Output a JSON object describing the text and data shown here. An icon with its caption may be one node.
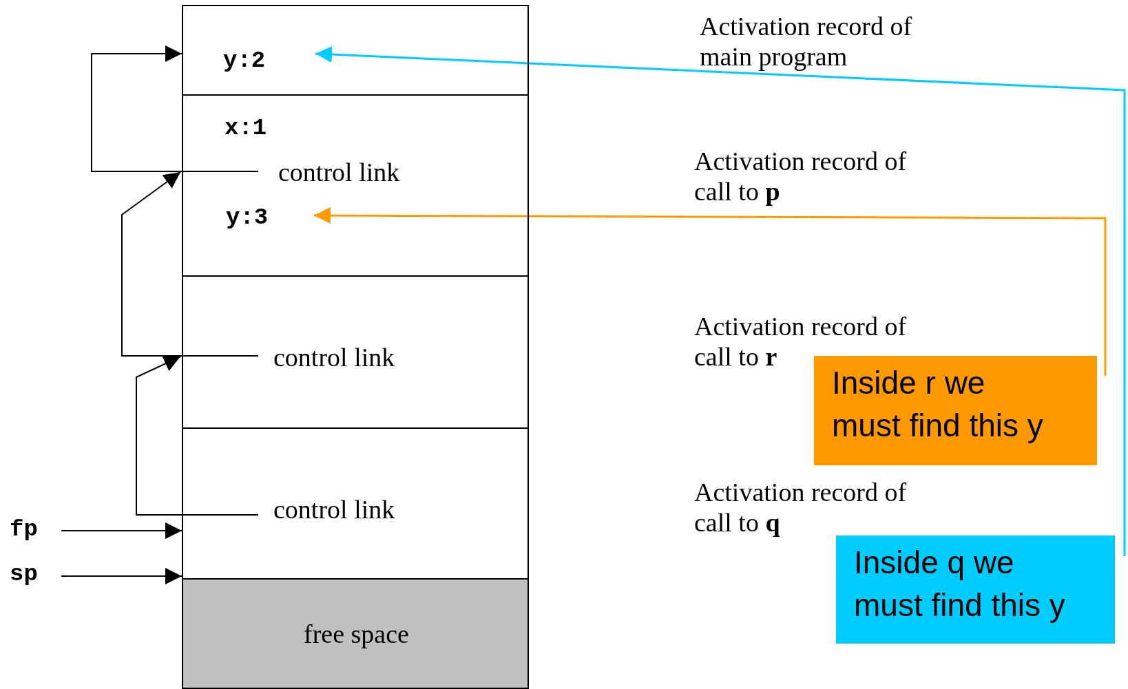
{
  "diagram": {
    "nodes": [
      {
        "text": [
          "y:2"
        ]
      },
      {
        "text": [
          "x:1",
          "control link",
          "y:3"
        ]
      },
      {
        "text": [
          "control link"
        ]
      },
      {
        "text": [
          "control link"
        ]
      },
      {
        "text": [
          "free space"
        ]
      },
      {
        "text": [
          "fp"
        ]
      },
      {
        "text": [
          "sp"
        ]
      },
      {
        "text": [
          "Inside r we must find this y"
        ]
      },
      {
        "text": [
          "Inside q we must find this y"
        ]
      }
    ],
    "edges": [
      {
        "from": 1,
        "to": 0,
        "arrow": "to"
      },
      {
        "from": 2,
        "to": 1,
        "arrow": "to"
      },
      {
        "from": 3,
        "to": 2,
        "arrow": "to"
      },
      {
        "from": 5,
        "to": 3,
        "arrow": "to"
      },
      {
        "from": 6,
        "to": 4,
        "arrow": "to"
      },
      {
        "from": 7,
        "to": 1,
        "arrow": "to",
        "color": "#ff9900"
      },
      {
        "from": 8,
        "to": 0,
        "arrow": "to",
        "color": "#00ccff"
      }
    ],
    "labels": [
      "Activation record of main program",
      "Activation record of call to **p**",
      "Activation record of call to **r**",
      "Activation record of call to **q**"
    ]
  }
}
